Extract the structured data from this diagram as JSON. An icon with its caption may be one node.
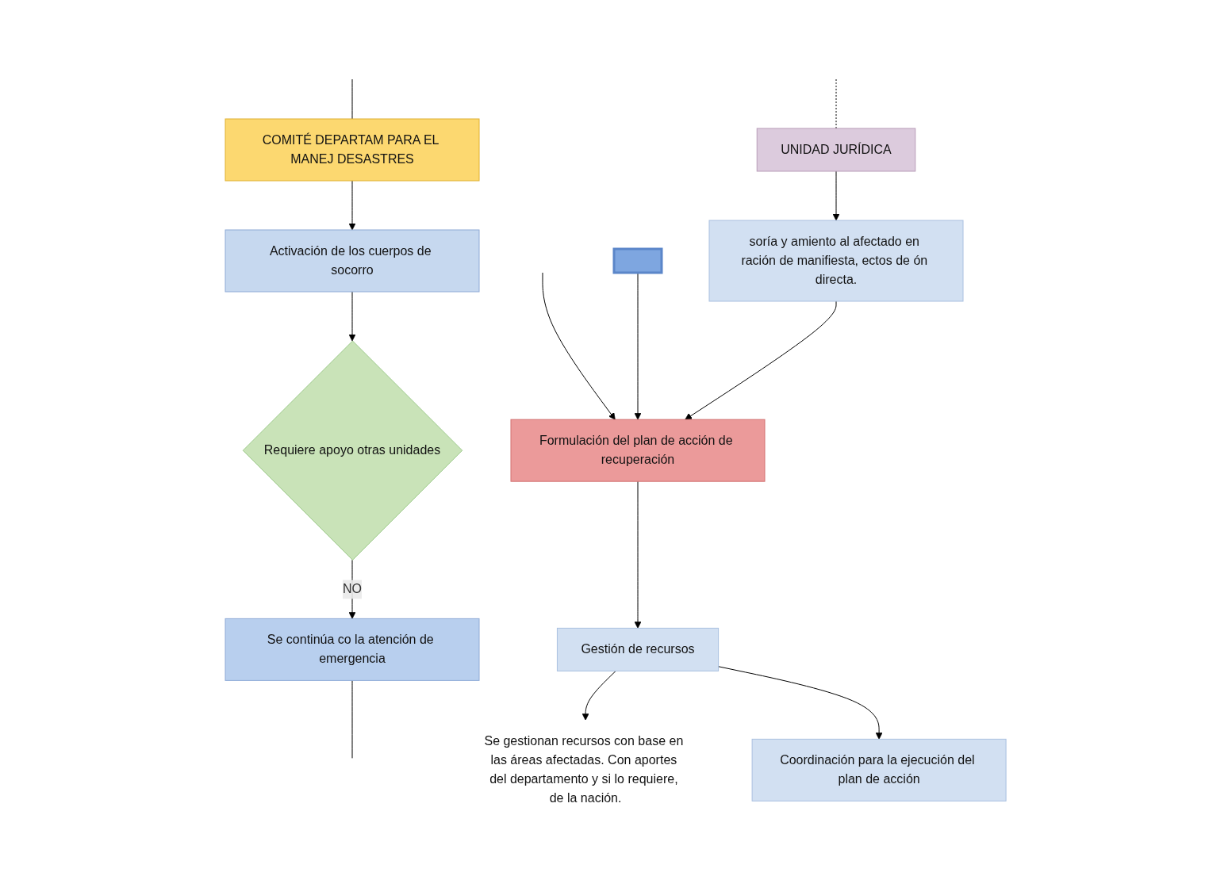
{
  "diagram": {
    "nodes": [
      {
        "text": [
          "COMITÉ DEPARTAM PARA EL MANEJ DESASTRES"
        ]
      },
      {
        "text": [
          "Activación de los cuerpos de socorro"
        ]
      },
      {
        "text": [
          "Requiere apoyo otras unidades"
        ]
      },
      {
        "text": [
          "Se continúa co la atención de emergencia"
        ]
      },
      {
        "text": [
          "UNIDAD JURÍDICA"
        ]
      },
      {
        "text": [],
        "shape": "bar"
      },
      {
        "text": [
          "Formulación del plan de acción de recuperación"
        ]
      },
      {
        "text": [
          "soría y amiento al afectado en ración de manifiesta, ectos de ón directa."
        ]
      },
      {
        "text": [
          "Gestión de recursos"
        ]
      },
      {
        "text": [
          "Coordinación para la ejecución del plan de acción"
        ]
      },
      {
        "text": [
          "Se gestionan recursos con base en las áreas afectadas. Con aportes del departamento y si lo requiere, de la nación."
        ]
      }
    ],
    "edges": [
      {
        "from": null,
        "to": 0,
        "arrow": "none"
      },
      {
        "from": 0,
        "to": 1,
        "arrow": "to"
      },
      {
        "from": 1,
        "to": 2,
        "arrow": "to"
      },
      {
        "from": 2,
        "to": 3,
        "arrow": "to",
        "label": "NO"
      },
      {
        "from": 3,
        "to": null,
        "arrow": "none"
      },
      {
        "from": null,
        "to": 4,
        "arrow": "none",
        "style": "dashed"
      },
      {
        "from": null,
        "to": 6,
        "arrow": "to"
      },
      {
        "from": 5,
        "to": 6,
        "arrow": "to"
      },
      {
        "from": 4,
        "to": 7,
        "arrow": "to"
      },
      {
        "from": 7,
        "to": 6,
        "arrow": "to"
      },
      {
        "from": 6,
        "to": 8,
        "arrow": "to"
      },
      {
        "from": 8,
        "to": 10,
        "arrow": "to"
      },
      {
        "from": 8,
        "to": 9,
        "arrow": "to"
      }
    ]
  }
}
